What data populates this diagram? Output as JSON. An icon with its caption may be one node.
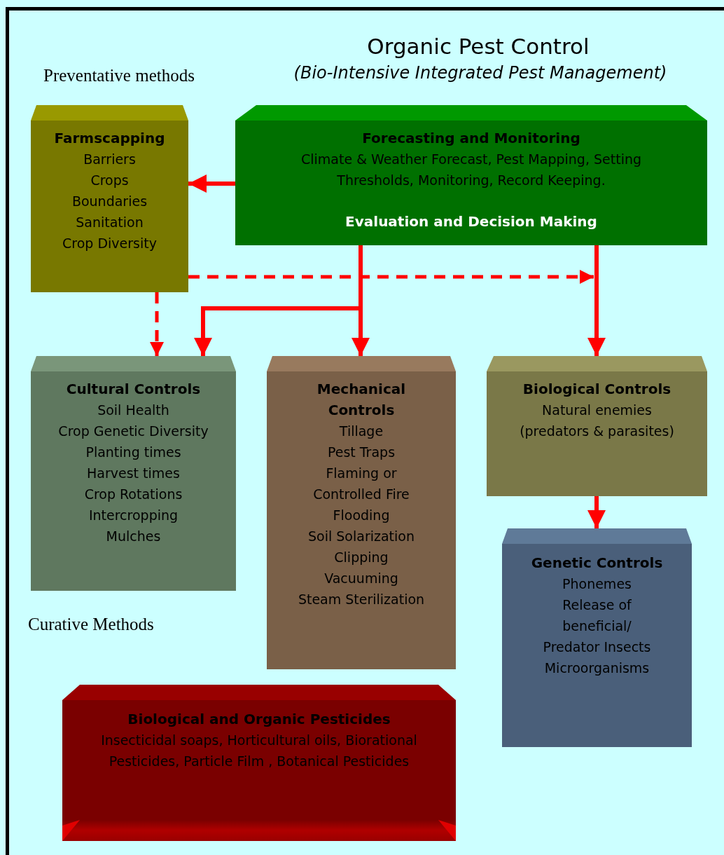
{
  "diagram": {
    "title": "Organic Pest Control",
    "nodes": [
      {
        "text": [
          "Farmscapping",
          "Barriers",
          "Crops",
          "Boundaries",
          "Sanitation",
          "Crop Diversity"
        ]
      },
      {
        "text": [
          "Forecasting and Monitoring",
          "Climate & Weather Forecast, Pest Mapping, Setting Thresholds, Monitoring, Record Keeping.",
          "Evaluation and Decision Making"
        ]
      },
      {
        "text": [
          "Cultural Controls",
          "Soil Health",
          "Crop Genetic Diversity",
          "Planting times",
          "Harvest times",
          "Crop Rotations",
          "Intercropping",
          "Mulches"
        ]
      },
      {
        "text": [
          "Mechanical Controls",
          "Tillage",
          "Pest Traps",
          "Flaming or Controlled Fire",
          "Flooding",
          "Soil Solarization",
          "Clipping",
          "Vacuuming",
          "Steam Sterilization"
        ]
      },
      {
        "text": [
          "Biological Controls",
          "Natural enemies (predators & parasites)"
        ]
      },
      {
        "text": [
          "Genetic Controls",
          "Phonemes",
          "Release of beneficial/ Predator Insects",
          "Microorganisms"
        ]
      },
      {
        "text": [
          "Biological and Organic Pesticides",
          "Insecticidal soaps, Horticultural oils, Biorational Pesticides, Particle Film , Botanical Pesticides"
        ]
      }
    ],
    "edges": [
      {
        "from": 1,
        "to": 0,
        "arrow": "to"
      },
      {
        "from": 1,
        "to": 3,
        "arrow": "to"
      },
      {
        "from": 1,
        "to": 2,
        "arrow": "to"
      },
      {
        "from": 1,
        "to": 4,
        "arrow": "to"
      },
      {
        "from": 0,
        "to": 2,
        "arrow": "to",
        "style": "dashed"
      },
      {
        "from": 0,
        "to": null,
        "arrow": "to",
        "style": "dashed"
      },
      {
        "from": 4,
        "to": 5,
        "arrow": "to"
      }
    ],
    "labels": [
      "(Bio-Intensive Integrated Pest Management)",
      "Preventative methods",
      "Curative Methods"
    ]
  }
}
